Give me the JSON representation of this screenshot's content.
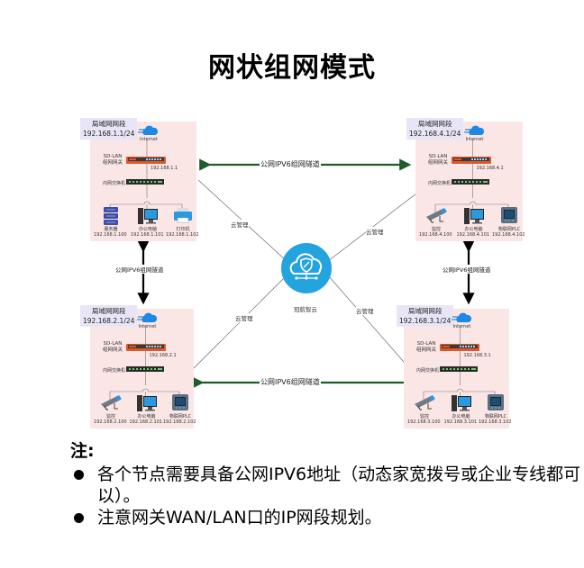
{
  "title": "网状组网模式",
  "nodes": [
    {
      "id": "node-1",
      "lan_label": "局域网网段",
      "lan_cidr": "192.168.1.1/24",
      "internet_label": "Internet",
      "gateway_label_line1": "SD-LAN",
      "gateway_label_line2": "组网网关",
      "gateway_ip": "192.168.1.1",
      "switch_label": "内网交换机",
      "devices": [
        {
          "name": "服务器",
          "ip": "192.168.1.100",
          "icon": "server-icon"
        },
        {
          "name": "办公电脑",
          "ip": "192.168.1.101",
          "icon": "desktop-pc-icon"
        },
        {
          "name": "打印机",
          "ip": "192.168.1.102",
          "icon": "printer-icon"
        }
      ]
    },
    {
      "id": "node-4",
      "lan_label": "局域网网段",
      "lan_cidr": "192.168.4.1/24",
      "internet_label": "Internet",
      "gateway_label_line1": "SD-LAN",
      "gateway_label_line2": "组网网关",
      "gateway_ip": "192.168.4.1",
      "switch_label": "内网交换机",
      "devices": [
        {
          "name": "监控",
          "ip": "192.168.4.100",
          "icon": "camera-icon"
        },
        {
          "name": "办公电脑",
          "ip": "192.168.4.101",
          "icon": "desktop-pc-icon"
        },
        {
          "name": "物联网PLC",
          "ip": "192.168.4.102",
          "icon": "plc-panel-icon"
        }
      ]
    },
    {
      "id": "node-2",
      "lan_label": "局域网网段",
      "lan_cidr": "192.168.2.1/24",
      "internet_label": "Internet",
      "gateway_label_line1": "SD-LAN",
      "gateway_label_line2": "组网网关",
      "gateway_ip": "192.168.2.1",
      "switch_label": "内网交换机",
      "devices": [
        {
          "name": "监控",
          "ip": "192.168.2.100",
          "icon": "camera-icon"
        },
        {
          "name": "办公电脑",
          "ip": "192.168.2.101",
          "icon": "desktop-pc-icon"
        },
        {
          "name": "物联网PLC",
          "ip": "192.168.2.102",
          "icon": "plc-panel-icon"
        }
      ]
    },
    {
      "id": "node-3",
      "lan_label": "局域网网段",
      "lan_cidr": "192.168.3.1/24",
      "internet_label": "Internet",
      "gateway_label_line1": "SD-LAN",
      "gateway_label_line2": "组网网关",
      "gateway_ip": "192.168.3.1",
      "switch_label": "内网交换机",
      "devices": [
        {
          "name": "监控",
          "ip": "192.168.3.100",
          "icon": "camera-icon"
        },
        {
          "name": "办公电脑",
          "ip": "192.168.3.101",
          "icon": "desktop-pc-icon"
        },
        {
          "name": "物联网PLC",
          "ip": "192.168.3.102",
          "icon": "plc-panel-icon"
        }
      ]
    }
  ],
  "tunnels": {
    "top": "公网IPV6组网隧道",
    "bottom": "公网IPV6组网隧道",
    "left": "公网IPV6组网隧道",
    "right": "公网IPV6组网隧道"
  },
  "cloud": {
    "name": "冠航智云",
    "management_label": "云管理"
  },
  "colors": {
    "node_bg": "#fbe6e6",
    "label_bg": "#e8e6f6",
    "tunnel_green": "#1f5c2a",
    "cloud_blue": "#24a4df",
    "gateway_orange": "#e0582a"
  },
  "notes": {
    "title": "注:",
    "items": [
      "各个节点需要具备公网IPV6地址（动态家宽拨号或企业专线都可以）。",
      "注意网关WAN/LAN口的IP网段规划。"
    ]
  }
}
